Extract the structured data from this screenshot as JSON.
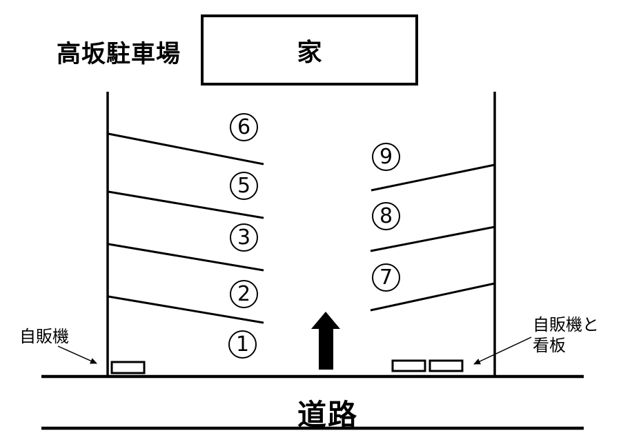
{
  "title": "高坂駐車場",
  "house": {
    "label": "家"
  },
  "road": {
    "label": "道路"
  },
  "annotations": {
    "left_vending": {
      "label": "自販機"
    },
    "right_vending": {
      "label": "自販機と\n看板"
    }
  },
  "spots": {
    "left": [
      "6",
      "5",
      "3",
      "2",
      "1"
    ],
    "right": [
      "9",
      "8",
      "7"
    ]
  },
  "icons": {
    "entrance_arrow": "↑",
    "left_leader_arrow": "↘",
    "right_leader_arrow": "↙"
  },
  "colors": {
    "ink": "#000000",
    "background": "#ffffff"
  }
}
